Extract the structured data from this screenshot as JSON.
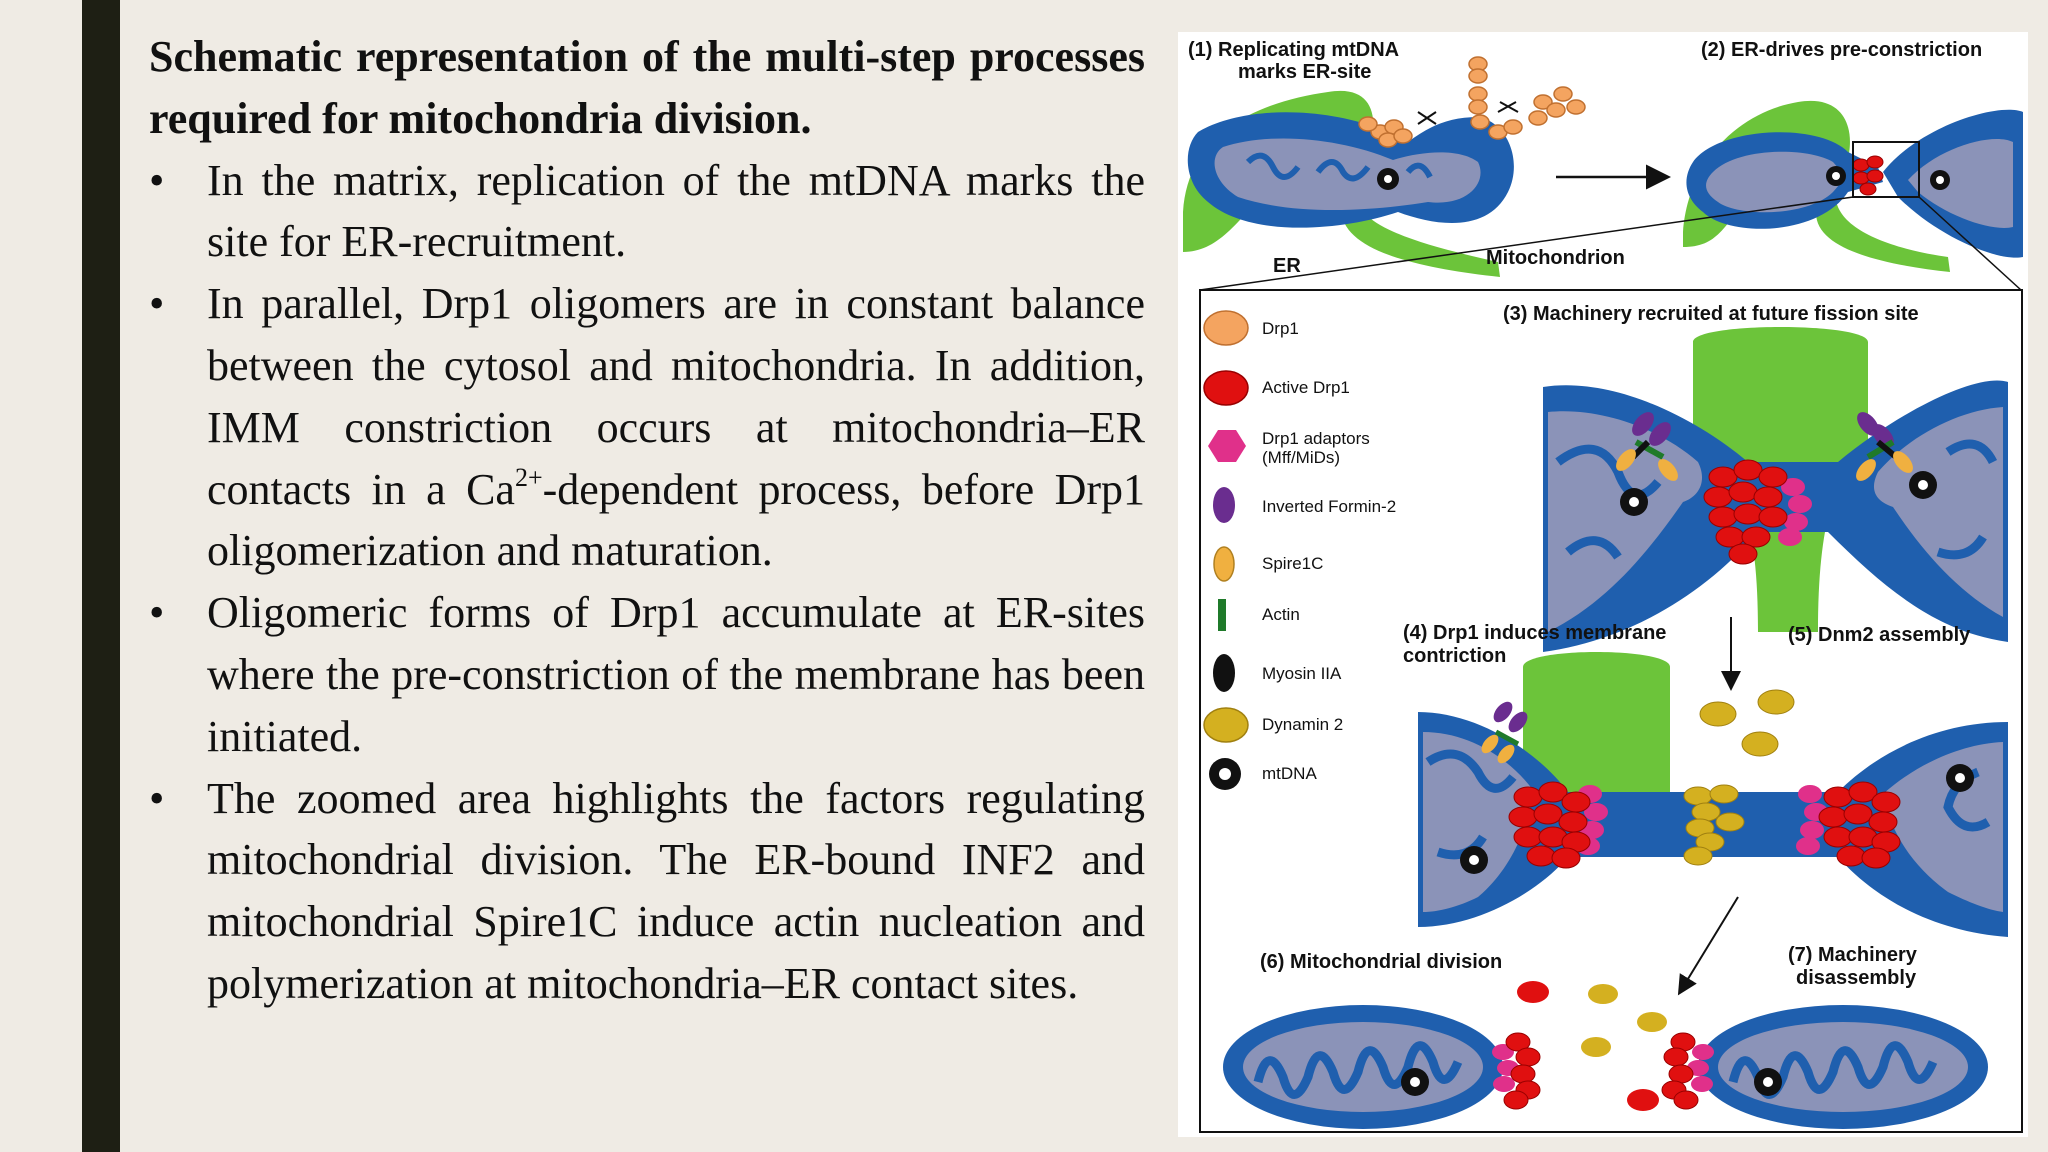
{
  "slide": {
    "title": "Schematic representation of the multi-step processes required for mitochondria division.",
    "bullet_symbol": "•",
    "bullets": [
      {
        "text": "In the matrix, replication of the mtDNA marks the site for ER-recruitment."
      },
      {
        "pre": "In parallel, Drp1 oligomers are in constant balance between the cytosol and mitochondria. In addition, IMM constriction occurs at mitochondria–ER contacts in a Ca",
        "sup": "2+",
        "post": "-dependent process, before Drp1 oligomerization and maturation."
      },
      {
        "text": "Oligomeric forms of Drp1 accumulate at ER-sites where the pre-constriction of the membrane has been initiated."
      },
      {
        "text": "The zoomed area highlights the factors regulating mitochondrial division. The ER-bound INF2 and mitochondrial Spire1C induce actin nucleation and polymerization at mitochondria–ER contact sites."
      }
    ]
  },
  "figure": {
    "step1_line1": "(1) Replicating mtDNA",
    "step1_line2": "marks ER-site",
    "step2": "(2) ER-drives pre-constriction",
    "er_label": "ER",
    "mito_label": "Mitochondrion",
    "step3": "(3) Machinery recruited at future fission site",
    "step4_line1": "(4) Drp1 induces membrane",
    "step4_line2": "contriction",
    "step5": "(5) Dnm2 assembly",
    "step6": "(6) Mitochondrial division",
    "step7_line1": "(7) Machinery",
    "step7_line2": "disassembly",
    "legend": {
      "drp1": "Drp1",
      "active_drp1": "Active Drp1",
      "adaptors_line1": "Drp1 adaptors",
      "adaptors_line2": "(Mff/MiDs)",
      "inf2": "Inverted Formin-2",
      "spire": "Spire1C",
      "actin": "Actin",
      "myosin": "Myosin IIA",
      "dynamin": "Dynamin 2",
      "mtdna": "mtDNA"
    },
    "colors": {
      "mito_blue": "#1f5fae",
      "matrix_grey": "#8b93b8",
      "er_green": "#6cc43a",
      "drp1_orange": "#f4a460",
      "active_red": "#e01010",
      "adaptor_pink": "#e0308a",
      "formin_purple": "#6a2d8f",
      "spire_orange": "#f0b040",
      "actin_green": "#1f7a2a",
      "dynamin_gold": "#d4b020"
    }
  }
}
